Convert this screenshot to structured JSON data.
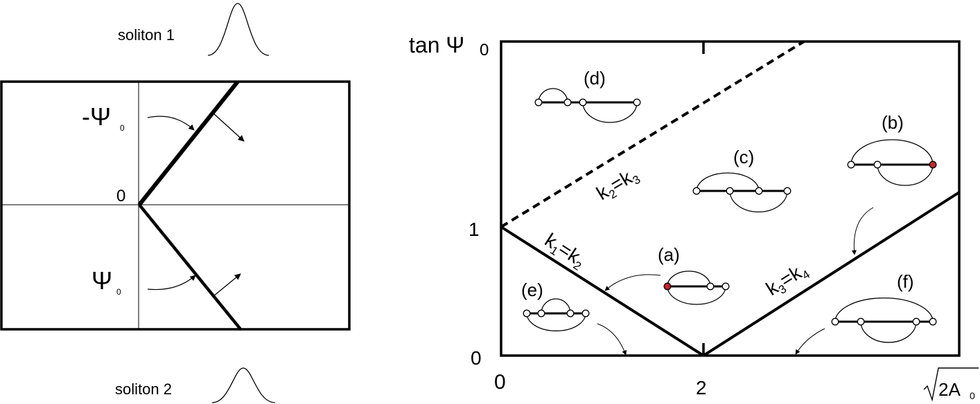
{
  "left_panel": {
    "top_label": "soliton 1",
    "bottom_label": "soliton 2",
    "angle_neg": "-Ψ",
    "angle_neg_sub": "0",
    "angle_pos": "Ψ",
    "angle_pos_sub": "0",
    "origin": "0"
  },
  "right_panel": {
    "y_axis_label": "tan Ψ",
    "y_axis_sub": "0",
    "x_axis_label": "2A",
    "x_axis_sub": "0",
    "y_ticks": [
      "1",
      "0"
    ],
    "x_ticks": [
      "0",
      "2"
    ],
    "line_labels": {
      "k2k3": {
        "k": "k",
        "a": "2",
        "eq": "=k",
        "b": "3"
      },
      "k1k2": {
        "k": "k",
        "a": "1",
        "eq": "=k",
        "b": "2"
      },
      "k3k4": {
        "k": "k",
        "a": "3",
        "eq": "=k",
        "b": "4"
      }
    },
    "region_labels": {
      "a": "(a)",
      "b": "(b)",
      "c": "(c)",
      "d": "(d)",
      "e": "(e)",
      "f": "(f)"
    },
    "highlight_color": "#c0272d"
  }
}
